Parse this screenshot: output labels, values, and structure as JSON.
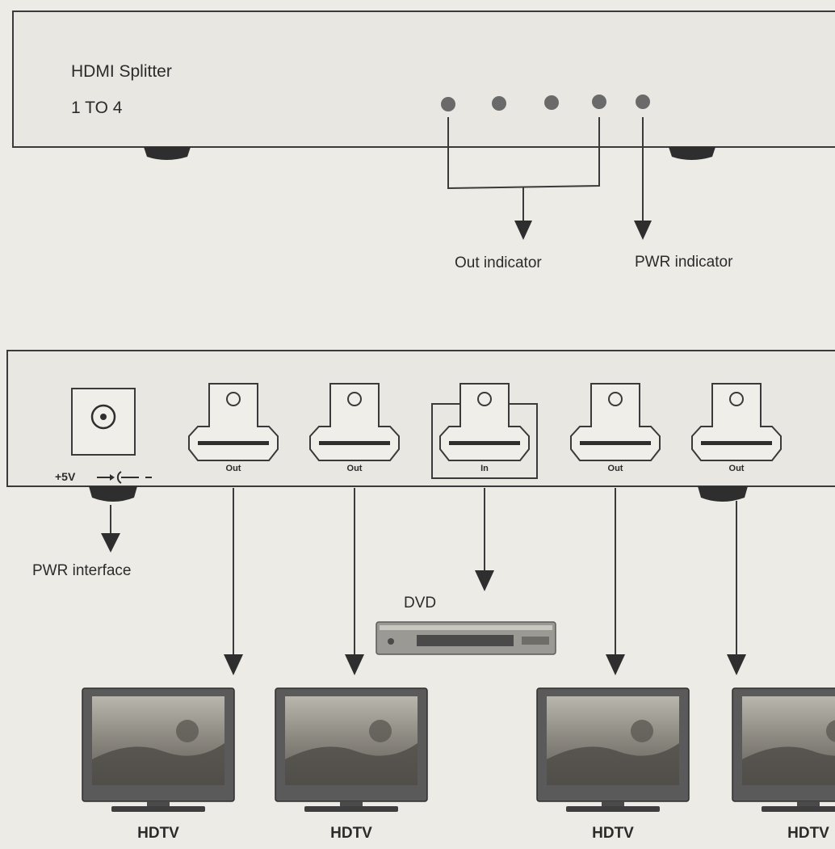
{
  "front_panel": {
    "title_line1": "HDMI Splitter",
    "title_line2": "1 TO 4",
    "out_indicator_label": "Out indicator",
    "pwr_indicator_label": "PWR indicator"
  },
  "rear_panel": {
    "power_jack_label": "+5V",
    "pwr_interface_label": "PWR interface",
    "ports": [
      {
        "label": "Out"
      },
      {
        "label": "Out"
      },
      {
        "label": "In"
      },
      {
        "label": "Out"
      },
      {
        "label": "Out"
      }
    ]
  },
  "devices": {
    "source_label": "DVD",
    "tv_labels": [
      "HDTV",
      "HDTV",
      "HDTV",
      "HDTV"
    ]
  },
  "colors": {
    "paper": "#ecebe6",
    "panel": "#e8e7e2",
    "line": "#3a3a3a",
    "led": "#6a6a6a",
    "tv_frame": "#5a5a5a"
  }
}
